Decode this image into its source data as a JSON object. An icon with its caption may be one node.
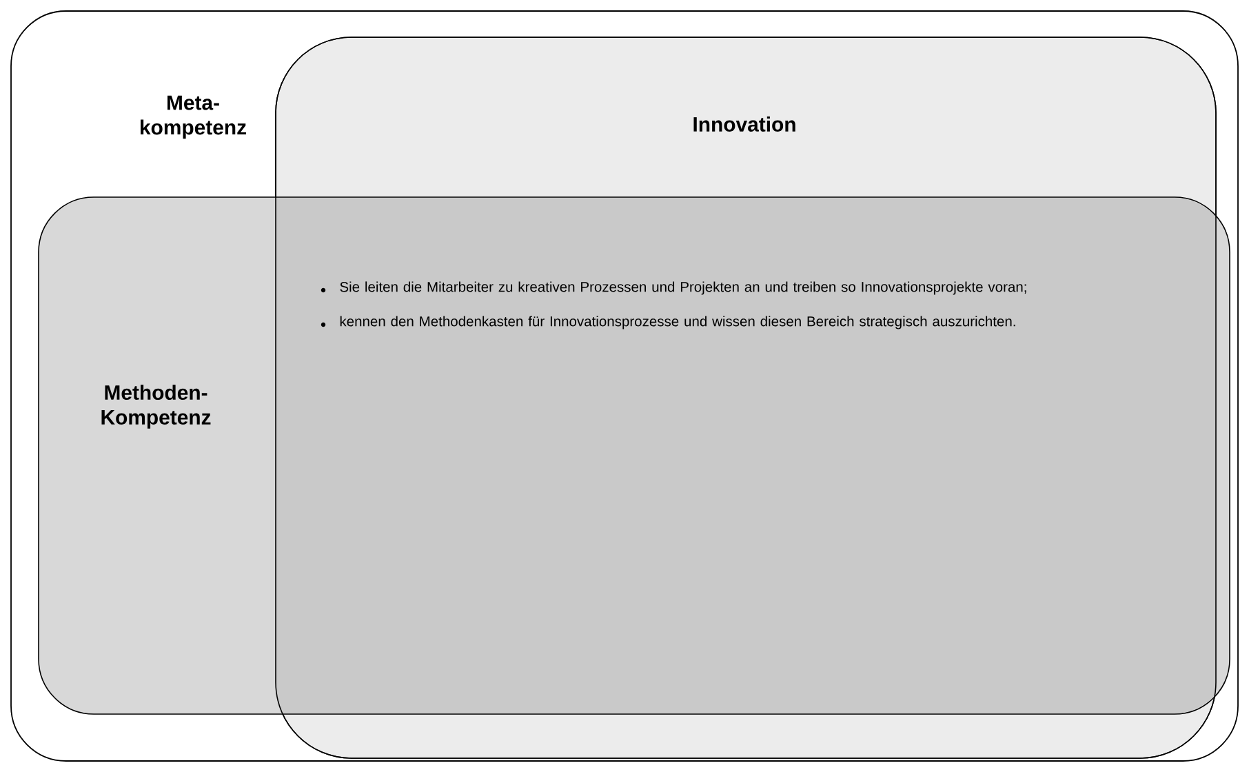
{
  "diagram": {
    "nodes": [
      {
        "text": [
          "Meta- kompetenz"
        ]
      },
      {
        "text": [
          "Innovation"
        ],
        "in": 0
      },
      {
        "text": [
          "Methoden- Kompetenz"
        ],
        "in": 0
      }
    ],
    "labels": [
      "Sie leiten die Mitarbeiter zu kreativen Prozessen und Projekten an und treiben so Innovationsprojekte voran;",
      "kennen den Methodenkasten für Innovationsprozesse und wissen diesen Bereich strategisch auszurichten."
    ]
  }
}
